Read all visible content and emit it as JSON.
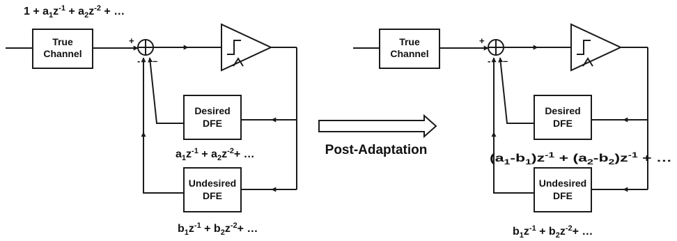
{
  "left": {
    "top_expr": [
      {
        "t": "1 + a"
      },
      {
        "t": "1",
        "s": "sub"
      },
      {
        "t": "z"
      },
      {
        "t": "-1",
        "s": "sup"
      },
      {
        "t": " + a"
      },
      {
        "t": "2",
        "s": "sub"
      },
      {
        "t": "z"
      },
      {
        "t": "-2",
        "s": "sup"
      },
      {
        "t": " + …"
      }
    ],
    "channel": [
      "True",
      "Channel"
    ],
    "signs": {
      "plus": "+",
      "minus1": "-",
      "minus2": "–"
    },
    "desired": [
      "Desired",
      "DFE"
    ],
    "desired_expr": [
      {
        "t": "a"
      },
      {
        "t": "1",
        "s": "sub"
      },
      {
        "t": "z"
      },
      {
        "t": "-1",
        "s": "sup"
      },
      {
        "t": " + a"
      },
      {
        "t": "2",
        "s": "sub"
      },
      {
        "t": "z"
      },
      {
        "t": "-2",
        "s": "sup"
      },
      {
        "t": "+ …"
      }
    ],
    "undesired": [
      "Undesired",
      "DFE"
    ],
    "undesired_expr": [
      {
        "t": "b"
      },
      {
        "t": "1",
        "s": "sub"
      },
      {
        "t": "z"
      },
      {
        "t": "-1",
        "s": "sup"
      },
      {
        "t": " + b"
      },
      {
        "t": "2",
        "s": "sub"
      },
      {
        "t": "z"
      },
      {
        "t": "-2",
        "s": "sup"
      },
      {
        "t": "+ …"
      }
    ]
  },
  "middle": {
    "label": "Post-Adaptation"
  },
  "right": {
    "channel": [
      "True",
      "Channel"
    ],
    "signs": {
      "plus": "+",
      "minus1": "-",
      "minus2": "–"
    },
    "desired": [
      "Desired",
      "DFE"
    ],
    "desired_expr": [
      {
        "t": "(a"
      },
      {
        "t": "1",
        "s": "sub"
      },
      {
        "t": "-b"
      },
      {
        "t": "1",
        "s": "sub"
      },
      {
        "t": ")z"
      },
      {
        "t": "-1",
        "s": "sup"
      },
      {
        "t": " + (a"
      },
      {
        "t": "2",
        "s": "sub"
      },
      {
        "t": "-b"
      },
      {
        "t": "2",
        "s": "sub"
      },
      {
        "t": ")z"
      },
      {
        "t": "-1",
        "s": "sup"
      },
      {
        "t": " + …"
      }
    ],
    "undesired": [
      "Undesired",
      "DFE"
    ],
    "undesired_expr": [
      {
        "t": "b"
      },
      {
        "t": "1",
        "s": "sub"
      },
      {
        "t": "z"
      },
      {
        "t": "-1",
        "s": "sup"
      },
      {
        "t": " + b"
      },
      {
        "t": "2",
        "s": "sub"
      },
      {
        "t": "z"
      },
      {
        "t": "-2",
        "s": "sup"
      },
      {
        "t": "+ …"
      }
    ]
  }
}
